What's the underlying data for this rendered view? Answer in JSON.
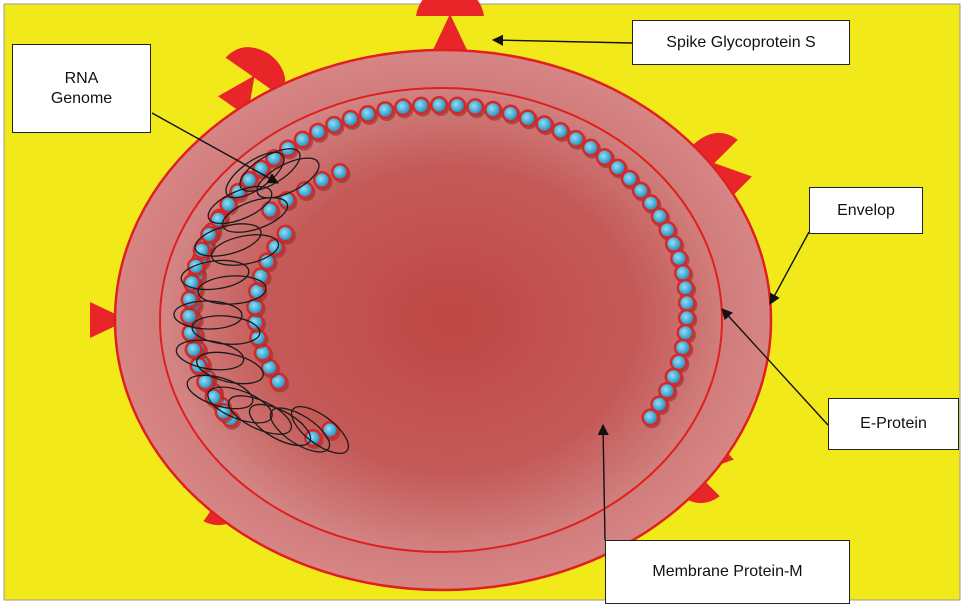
{
  "labels": {
    "rna_genome": "RNA\nGenome",
    "spike": "Spike Glycoprotein S",
    "envelop": "Envelop",
    "e_protein": "E-Protein",
    "membrane": "Membrane Protein-M"
  },
  "colors": {
    "background": "#f2e91a",
    "envelope_outer": "#c4585a",
    "envelope_edge": "#e01f1f",
    "core": "#c0504d",
    "spike": "#e8262a",
    "protein_ball": "#4fb3d6",
    "protein_rim": "#d62828"
  }
}
